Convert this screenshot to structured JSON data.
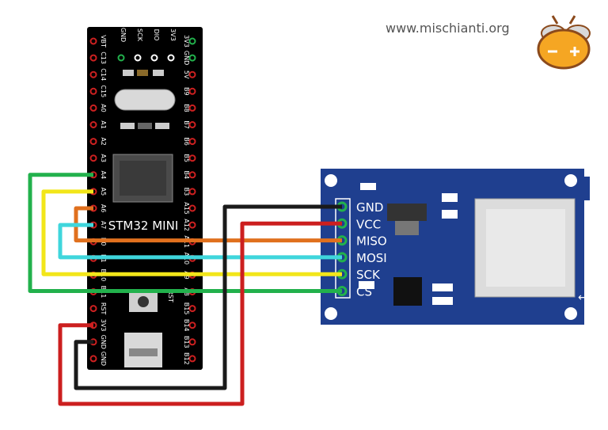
{
  "site_url": "www.mischianti.org",
  "board": {
    "name": "STM32 MINI",
    "color": "#000000",
    "top_pins": [
      "GND",
      "SCK",
      "DIO",
      "3V3"
    ],
    "left_pins": [
      "VBT",
      "C13",
      "C14",
      "C15",
      "A0",
      "A1",
      "A2",
      "A3",
      "A4",
      "A5",
      "A6",
      "A7",
      "B0",
      "B1",
      "B10",
      "B11",
      "RST",
      "3V3",
      "GND",
      "GND"
    ],
    "right_pins": [
      "3V3",
      "GND",
      "5V",
      "B9",
      "B8",
      "B7",
      "B6",
      "B5",
      "B4",
      "B3",
      "A15",
      "A12",
      "A11",
      "A10",
      "A9",
      "A8",
      "B15",
      "B14",
      "B13",
      "B12"
    ],
    "rst_label": "RST"
  },
  "module": {
    "color": "#1f3f8f",
    "pins": [
      "GND",
      "VCC",
      "MISO",
      "MOSI",
      "SCK",
      "CS"
    ]
  },
  "wires": [
    {
      "from": "A4",
      "to": "CS",
      "color": "#22b14c"
    },
    {
      "from": "A5",
      "to": "SCK",
      "color": "#f2e61a"
    },
    {
      "from": "A6",
      "to": "MISO",
      "color": "#e0701e"
    },
    {
      "from": "A7",
      "to": "MOSI",
      "color": "#3fd6dc"
    },
    {
      "from": "3V3",
      "to": "VCC",
      "color": "#cc1f1f"
    },
    {
      "from": "GND",
      "to": "GND",
      "color": "#1a1a1a"
    }
  ],
  "logo": {
    "name": "bee-logo-icon",
    "colors": [
      "#f5a623",
      "#8b4a1c"
    ]
  }
}
